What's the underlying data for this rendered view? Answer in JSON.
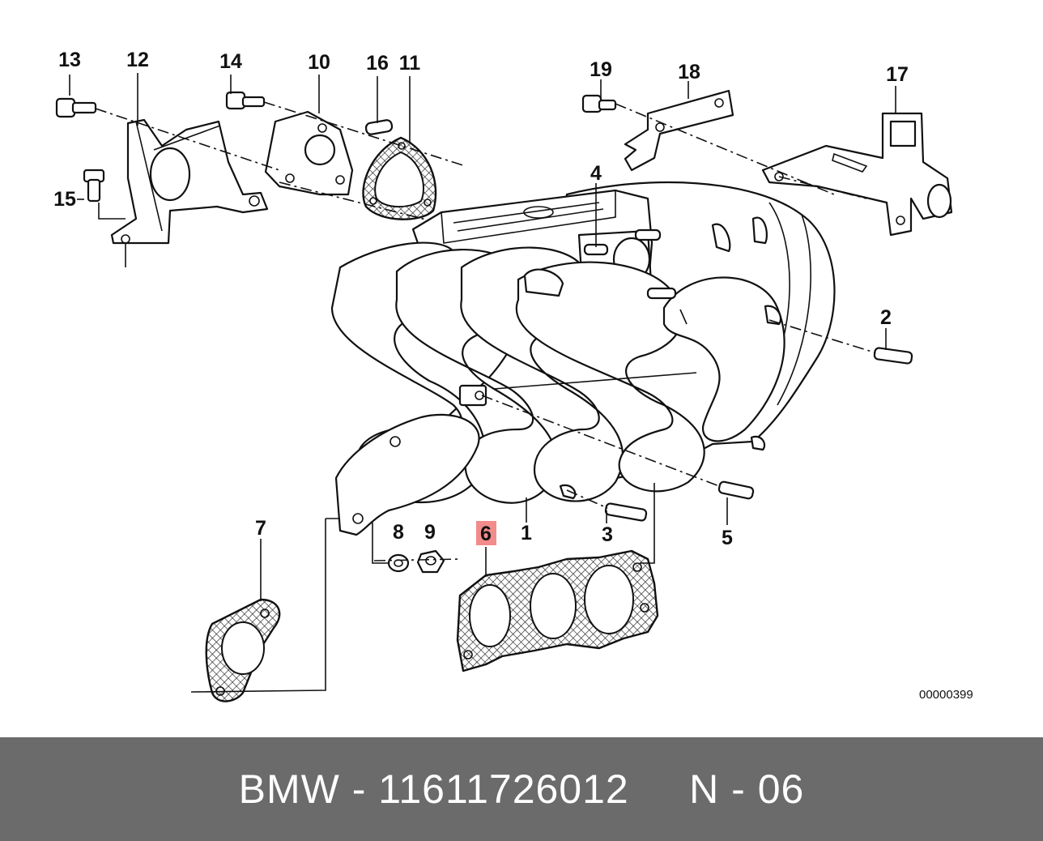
{
  "diagram": {
    "callouts": [
      "1",
      "2",
      "3",
      "4",
      "5",
      "6",
      "7",
      "8",
      "9",
      "10",
      "11",
      "12",
      "13",
      "14",
      "15",
      "16",
      "17",
      "18",
      "19"
    ],
    "highlighted_callout": "6",
    "highlight_color": "#f28b8b",
    "reference_code": "00000399"
  },
  "footer": {
    "text": "BMW - 11611726012     N - 06",
    "background": "#6b6b6b",
    "text_color": "#ffffff"
  }
}
